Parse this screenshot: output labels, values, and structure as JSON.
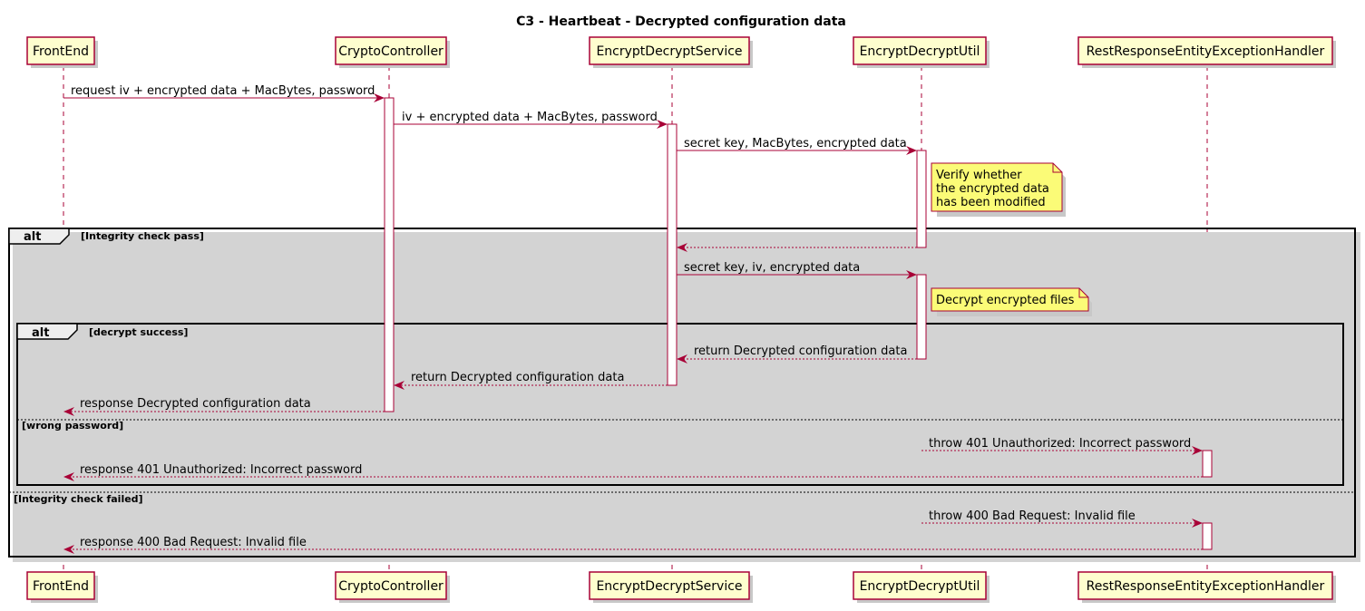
{
  "title": "C3 - Heartbeat - Decrypted configuration data",
  "participants": [
    {
      "id": "frontend",
      "label": "FrontEnd"
    },
    {
      "id": "crypto",
      "label": "CryptoController"
    },
    {
      "id": "service",
      "label": "EncryptDecryptService"
    },
    {
      "id": "util",
      "label": "EncryptDecryptUtil"
    },
    {
      "id": "handler",
      "label": "RestResponseEntityExceptionHandler"
    }
  ],
  "messages": [
    {
      "id": "m1",
      "text": "request iv + encrypted data + MacBytes, password",
      "style": "solid"
    },
    {
      "id": "m2",
      "text": "iv + encrypted data + MacBytes, password",
      "style": "solid"
    },
    {
      "id": "m3",
      "text": "secret key, MacBytes, encrypted data",
      "style": "solid"
    },
    {
      "id": "m4",
      "text": "",
      "style": "dashed"
    },
    {
      "id": "m5",
      "text": "secret key, iv, encrypted data",
      "style": "solid"
    },
    {
      "id": "m6",
      "text": "return Decrypted configuration data",
      "style": "dashed"
    },
    {
      "id": "m7",
      "text": "return Decrypted configuration data",
      "style": "dashed"
    },
    {
      "id": "m8",
      "text": "response Decrypted configuration data",
      "style": "dashed"
    },
    {
      "id": "m9",
      "text": "throw 401 Unauthorized: Incorrect password",
      "style": "dashed"
    },
    {
      "id": "m10",
      "text": "response 401 Unauthorized: Incorrect password",
      "style": "dashed"
    },
    {
      "id": "m11",
      "text": "throw 400 Bad Request: Invalid file",
      "style": "dashed"
    },
    {
      "id": "m12",
      "text": "response 400 Bad Request: Invalid file",
      "style": "dashed"
    }
  ],
  "notes": [
    {
      "id": "n1",
      "lines": [
        "Verify whether",
        "the encrypted data",
        "has been modified"
      ]
    },
    {
      "id": "n2",
      "lines": [
        "Decrypt encrypted files"
      ]
    }
  ],
  "fragments": [
    {
      "id": "outer",
      "keyword": "alt",
      "guard": "[Integrity check pass]",
      "else_guard": "[Integrity check failed]"
    },
    {
      "id": "inner",
      "keyword": "alt",
      "guard": "[decrypt success]",
      "else_guard": "[wrong password]"
    }
  ],
  "colors": {
    "participant_fill": "#FEFECE",
    "participant_border": "#A80036",
    "arrow": "#A80036",
    "note_fill": "#FBFB77",
    "note_border": "#A80036",
    "shadow": "#D3D3D3"
  }
}
